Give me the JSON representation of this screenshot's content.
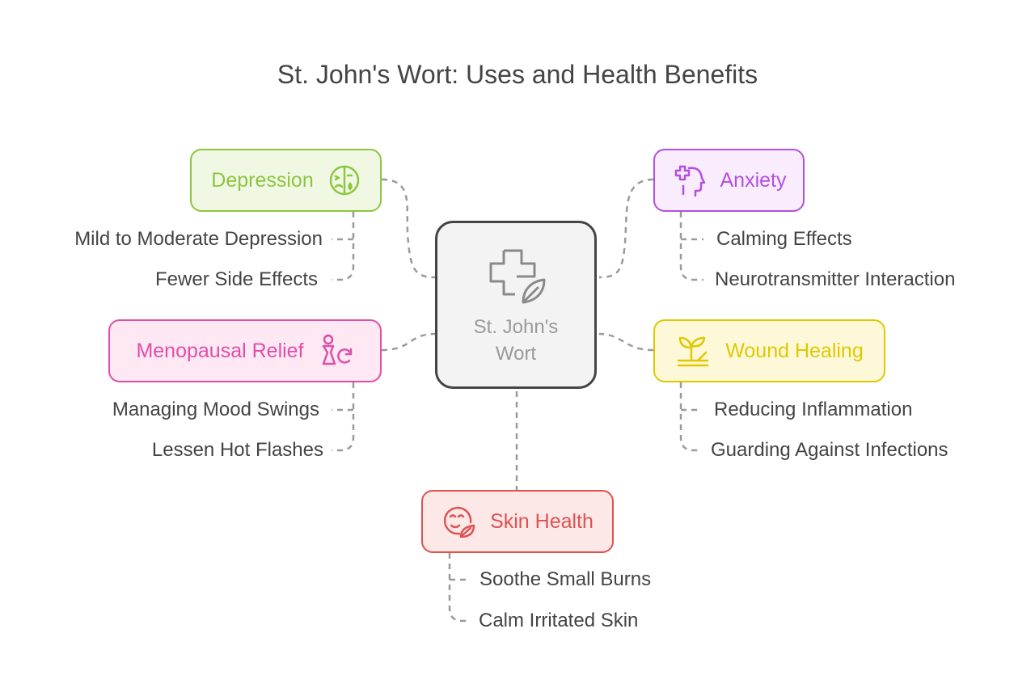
{
  "title": "St. John's Wort: Uses and Health Benefits",
  "center": {
    "label": "St. John's Wort",
    "icon": "medical-cross-leaf-icon"
  },
  "colors": {
    "depression": "#8cc63f",
    "anxiety": "#b44fe0",
    "menopausal": "#e04fa6",
    "wound": "#e0c800",
    "skin": "#e05252",
    "connector": "#9a9a9a",
    "text": "#444444"
  },
  "topics": {
    "depression": {
      "label": "Depression",
      "icon": "sad-face-icon",
      "items": [
        "Mild to Moderate Depression",
        "Fewer Side Effects"
      ]
    },
    "anxiety": {
      "label": "Anxiety",
      "icon": "head-medical-icon",
      "items": [
        "Calming Effects",
        "Neurotransmitter Interaction"
      ]
    },
    "menopausal": {
      "label": "Menopausal Relief",
      "icon": "woman-cycle-icon",
      "items": [
        "Managing Mood Swings",
        "Lessen Hot Flashes"
      ]
    },
    "wound": {
      "label": "Wound Healing",
      "icon": "plant-growth-icon",
      "items": [
        "Reducing Inflammation",
        "Guarding Against Infections"
      ]
    },
    "skin": {
      "label": "Skin Health",
      "icon": "face-leaf-icon",
      "items": [
        "Soothe Small Burns",
        "Calm Irritated Skin"
      ]
    }
  }
}
